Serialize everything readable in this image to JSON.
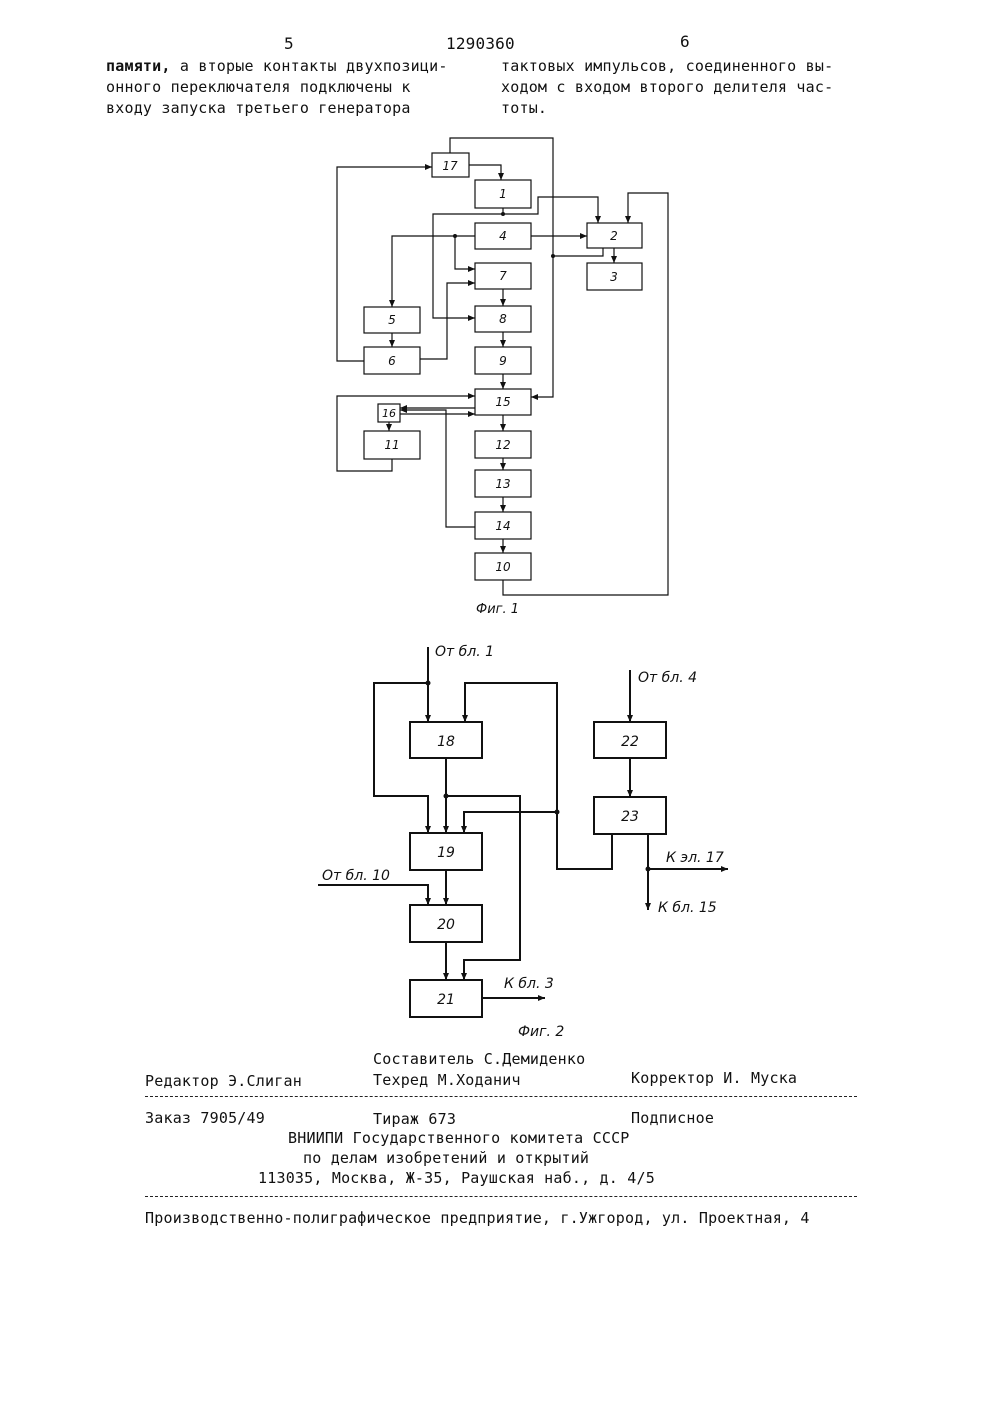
{
  "header": {
    "page_left": "5",
    "patent_number": "1290360",
    "page_right": "6"
  },
  "text": {
    "left_col": [
      "памяти, а вторые контакты двухпозици-",
      "онного переключателя подключены  к",
      "входу запуска третьего генератора"
    ],
    "right_col": [
      "тактовых импульсов, соединенного вы-",
      "ходом с входом второго делителя час-",
      "тоты."
    ]
  },
  "fig1": {
    "caption": "Фиг. 1",
    "blocks": [
      "17",
      "1",
      "4",
      "2",
      "3",
      "7",
      "8",
      "5",
      "6",
      "9",
      "15",
      "16",
      "11",
      "12",
      "13",
      "14",
      "10"
    ]
  },
  "fig2": {
    "caption": "Фиг. 2",
    "blocks": [
      "18",
      "22",
      "23",
      "19",
      "20",
      "21"
    ],
    "labels": {
      "from1": "От бл. 1",
      "from4": "От бл. 4",
      "from10": "От бл. 10",
      "to17": "К эл. 17",
      "to15": "К бл. 15",
      "to3": "К бл. 3"
    }
  },
  "footer": {
    "compiler": "Составитель С.Демиденко",
    "editor": "Редактор Э.Слиган",
    "techred": "Техред М.Ходанич",
    "corrector": "Корректор И. Муска",
    "order": "Заказ 7905/49",
    "print_run": "Тираж 673",
    "subscription": "Подписное",
    "org1": "ВНИИПИ Государственного комитета СССР",
    "org2": "по делам изобретений и открытий",
    "address": "113035, Москва, Ж-35, Раушская наб., д. 4/5",
    "printer": "Производственно-полиграфическое предприятие, г.Ужгород, ул. Проектная, 4"
  }
}
